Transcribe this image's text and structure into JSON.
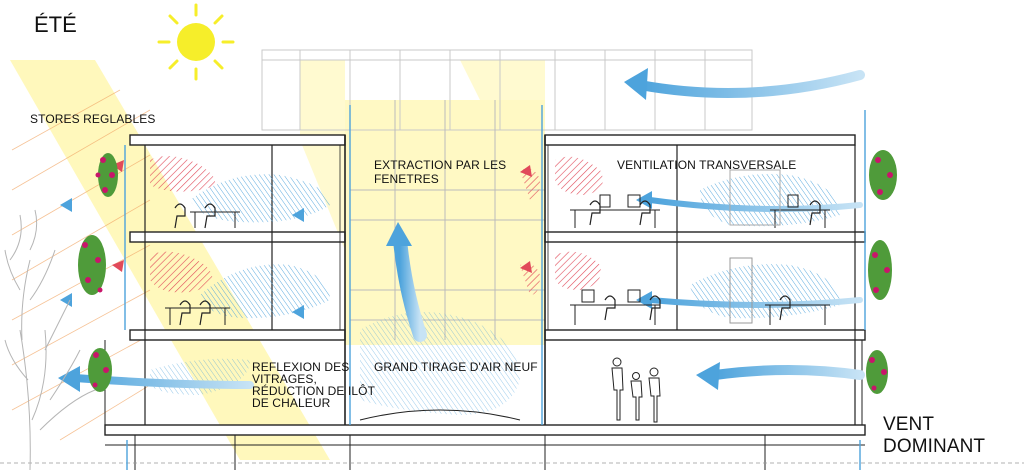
{
  "season": "ÉTÉ",
  "labels": {
    "adjustable_blinds": "STORES REGLABLES",
    "window_extraction_1": "EXTRACTION PAR LES",
    "window_extraction_2": "FENETRES",
    "cross_ventilation": "VENTILATION TRANSVERSALE",
    "reflection_1": "REFLEXION DES",
    "reflection_2": "VITRAGES,",
    "reflection_3": "RÉDUCTION DE ILÔT",
    "reflection_4": "DE CHALEUR",
    "fresh_air": "GRAND TIRAGE D'AIR NEUF",
    "wind_1": "VENT",
    "wind_2": "DOMINANT"
  },
  "colors": {
    "sun": "#f6ee2a",
    "sunlight": "#fff7b0",
    "air": "#4da3dc",
    "air_light": "#c7e3f5",
    "heat": "#e14a5a",
    "structure": "#222222",
    "plants": "#c8156a",
    "foliage": "#4f9b3a"
  },
  "icons": [
    "sun-icon",
    "wind-arrow-icon",
    "plant-icon",
    "person-icon",
    "desk-icon",
    "chair-icon",
    "tree-icon"
  ]
}
